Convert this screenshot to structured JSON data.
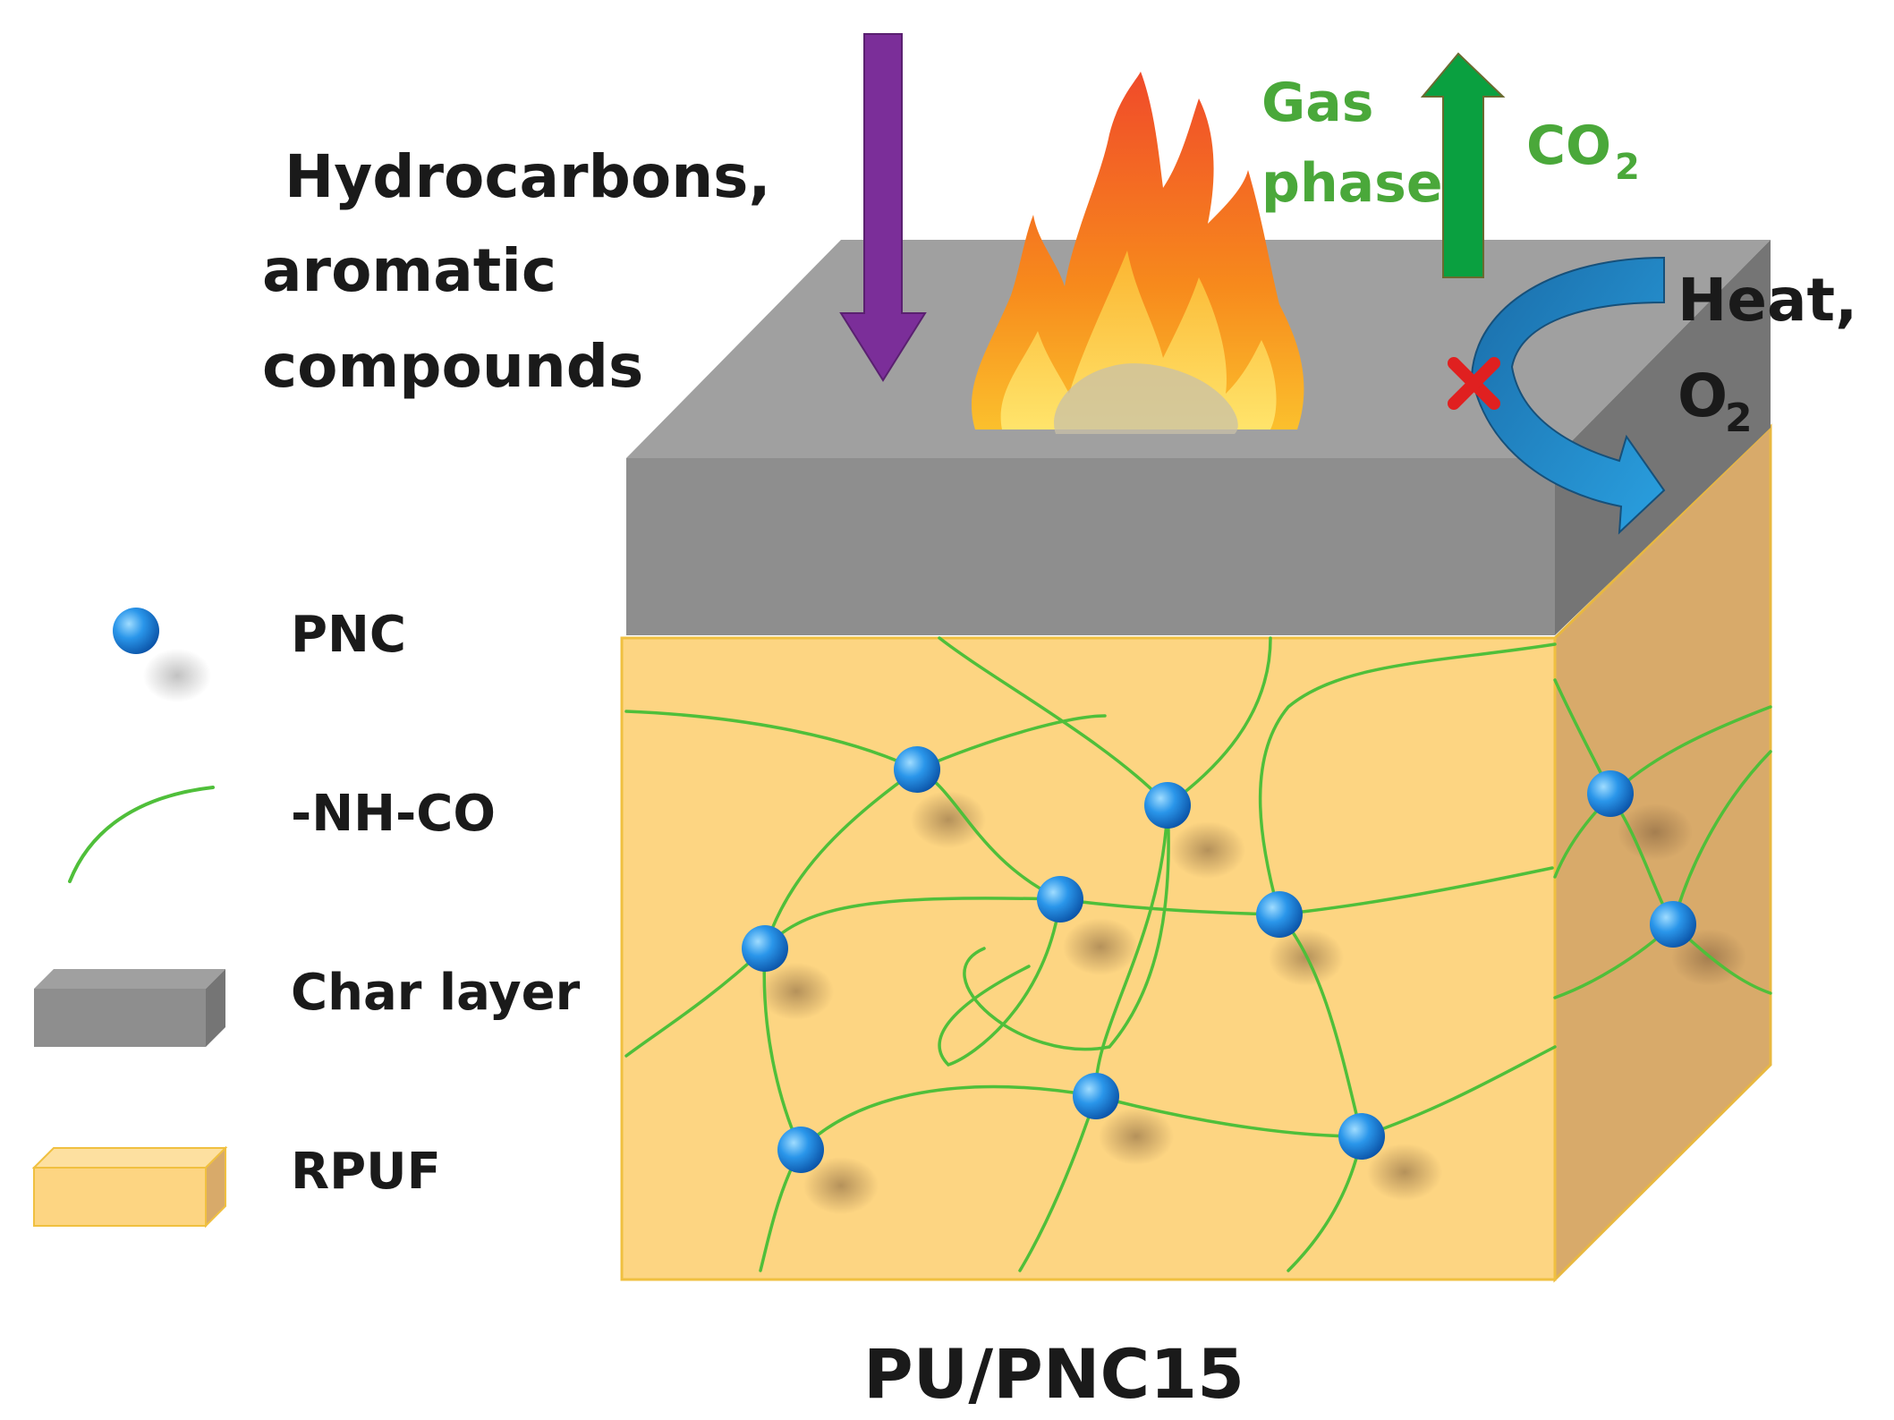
{
  "labels": {
    "hydrocarbons_line1": "Hydrocarbons,",
    "hydrocarbons_line2": "aromatic",
    "hydrocarbons_line3": "compounds",
    "gas_phase_line1": "Gas",
    "gas_phase_line2": "phase",
    "co2": "CO",
    "co2_sub": "2",
    "heat_line1": "Heat,",
    "o2": "O",
    "o2_sub": "2",
    "caption": "PU/PNC15"
  },
  "legend": [
    {
      "key": "pnc",
      "label": "PNC",
      "icon": "blue-sphere-icon"
    },
    {
      "key": "urethane",
      "label": "-NH-CO",
      "icon": "green-curve-icon"
    },
    {
      "key": "char",
      "label": "Char layer",
      "icon": "gray-slab-icon"
    },
    {
      "key": "rpuf",
      "label": "RPUF",
      "icon": "orange-slab-icon"
    }
  ],
  "colors": {
    "char_front": "#8e8e8e",
    "char_top": "#9f9f9f",
    "char_side": "#767676",
    "foam_front": "#fdd582",
    "foam_side": "#d9ab69",
    "foam_edge": "#f0c040",
    "chain_green": "#4fbf3a",
    "pnc_blue": "#1e88e5",
    "purple_arrow": "#7b2e99",
    "green_arrow": "#0aa040",
    "heat_arrow": "#1e73b4",
    "block_x": "#e02020",
    "gas_text": "#4aa83a"
  }
}
